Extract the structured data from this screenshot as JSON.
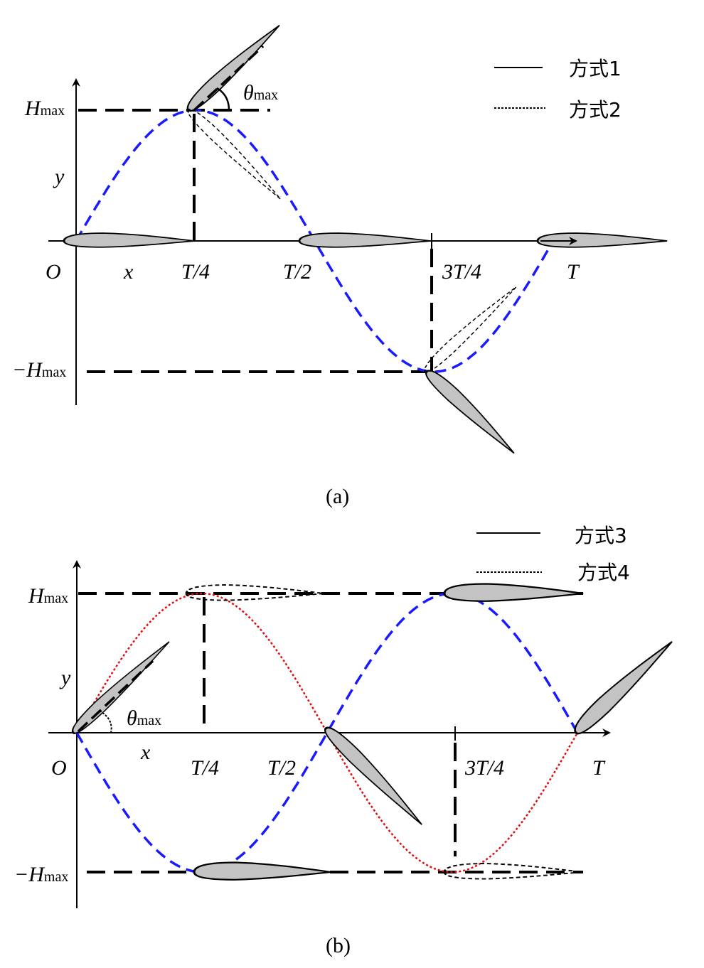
{
  "panel_a": {
    "caption": "(a)",
    "labels": {
      "hmax": "H",
      "hmax_sub": "max",
      "neg_hmax": "−H",
      "neg_hmax_sub": "max",
      "y": "y",
      "x": "x",
      "origin": "O",
      "t4": "T/4",
      "t2": "T/2",
      "t34": "3T/4",
      "t": "T",
      "theta": "θ",
      "theta_sub": "max"
    },
    "legend": [
      {
        "label": "方式1",
        "style": "solid"
      },
      {
        "label": "方式2",
        "style": "dotted"
      }
    ],
    "colors": {
      "curve": "#1a1aff"
    }
  },
  "panel_b": {
    "caption": "(b)",
    "labels": {
      "hmax": "H",
      "hmax_sub": "max",
      "neg_hmax": "−H",
      "neg_hmax_sub": "max",
      "y": "y",
      "x": "x",
      "origin": "O",
      "t4": "T/4",
      "t2": "T/2",
      "t34": "3T/4",
      "t": "T",
      "theta": "θ",
      "theta_sub": "max"
    },
    "legend": [
      {
        "label": "方式3",
        "style": "solid"
      },
      {
        "label": "方式4",
        "style": "dotted"
      }
    ],
    "colors": {
      "curve_blue": "#1a1aff",
      "curve_red": "#e01010"
    }
  }
}
